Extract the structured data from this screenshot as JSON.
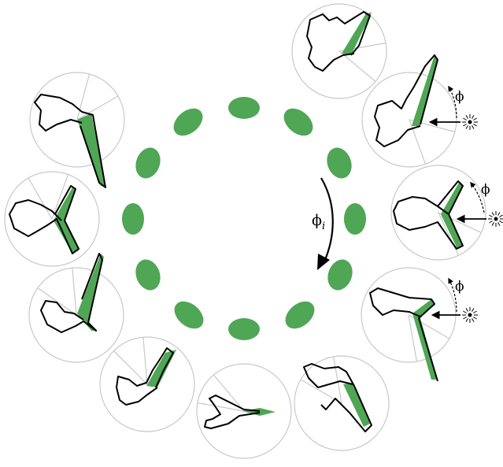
{
  "labels": {
    "phi_i_main": "ϕ",
    "phi_i_sub": "i",
    "phi_a": "ϕ",
    "phi_b": "ϕ",
    "phi_c": "ϕ"
  },
  "colors": {
    "ellipse_fill": "#4fa655",
    "polar_fill": "#4fa655",
    "outline": "#000000",
    "circle_stroke": "#c8c8c8"
  }
}
